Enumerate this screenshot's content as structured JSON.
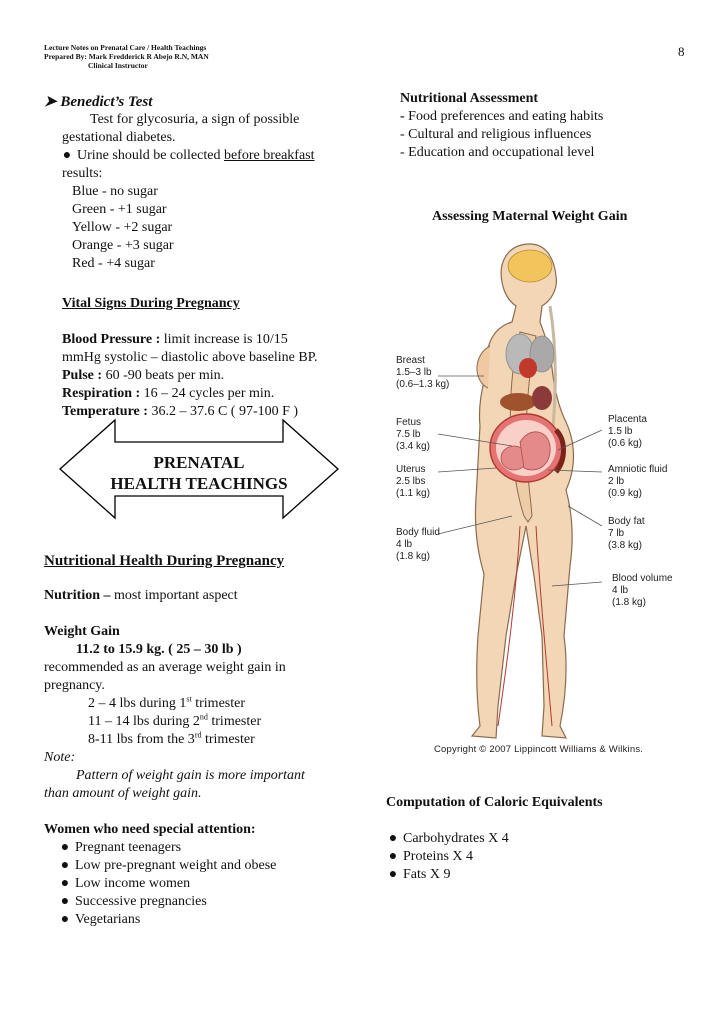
{
  "header": {
    "line1": "Lecture Notes on Prenatal Care / Health Teachings",
    "line2": "Prepared By: Mark Fredderick R Abejo R.N, MAN",
    "line3": "Clinical Instructor",
    "page_number": "8"
  },
  "benedict": {
    "title": "Benedict’s Test",
    "desc1": "Test for glycosuria, a sign of possible",
    "desc2": "gestational diabetes.",
    "urine_pre": "Urine should be collected ",
    "urine_u": "before breakfast",
    "results_label": "results:",
    "results": [
      "Blue -  no sugar",
      "Green -  +1 sugar",
      "Yellow -  +2 sugar",
      "Orange -  +3 sugar",
      "Red -  +4 sugar"
    ]
  },
  "vitals": {
    "title": "Vital Signs During Pregnancy",
    "bp_label": "Blood Pressure :",
    "bp_text": " limit increase is 10/15",
    "bp_text2": "mmHg systolic – diastolic above baseline BP.",
    "pulse_label": "Pulse :",
    "pulse_text": " 60 -90 beats per min.",
    "resp_label": "Respiration :",
    "resp_text": " 16 – 24 cycles per min.",
    "temp_label": "Temperature :",
    "temp_text": " 36.2 – 37.6 C ( 97-100 F )"
  },
  "banner": {
    "line1": "PRENATAL",
    "line2": "HEALTH TEACHINGS"
  },
  "nutrition": {
    "title": "Nutritional Health During Pregnancy",
    "nutrition_label": "Nutrition –",
    "nutrition_text": " most important aspect",
    "weight_label": "Weight Gain",
    "weight_value": "11.2 to 15.9 kg. ( 25 – 30 lb )",
    "recommend1": "recommended as an average weight gain  in",
    "recommend2": "pregnancy.",
    "tri1_a": "2 – 4 lbs during 1",
    "tri1_sup": "st",
    "tri1_b": " trimester",
    "tri2_a": "11 – 14 lbs during 2",
    "tri2_sup": "nd",
    "tri2_b": " trimester",
    "tri3_a": "8-11 lbs from the 3",
    "tri3_sup": "rd",
    "tri3_b": " trimester",
    "note_label": "Note:",
    "note1": "Pattern of weight gain is more important",
    "note2": "than amount of weight gain.",
    "women_title": "Women who need special attention:",
    "women": [
      "Pregnant teenagers",
      "Low pre-pregnant weight and obese",
      "Low income women",
      "Successive pregnancies",
      "Vegetarians"
    ]
  },
  "assessment": {
    "title": "Nutritional Assessment",
    "item1_dash": "- ",
    "item1": "Food preferences and eating habits",
    "item2": "- Cultural and religious influences",
    "item3": "- Education and occupational level"
  },
  "figure": {
    "title": "Assessing Maternal Weight Gain",
    "left_labels": [
      [
        "Breast",
        "1.5–3 lb",
        "(0.6–1.3 kg)"
      ],
      [
        "Fetus",
        "7.5 lb",
        "(3.4 kg)"
      ],
      [
        "Uterus",
        "2.5 lbs",
        "(1.1 kg)"
      ],
      [
        "Body fluid",
        "4 lb",
        "(1.8 kg)"
      ]
    ],
    "right_labels": [
      [
        "Placenta",
        "1.5 lb",
        "(0.6 kg)"
      ],
      [
        "Amniotic fluid",
        "2 lb",
        "(0.9 kg)"
      ],
      [
        "Body fat",
        "7 lb",
        "(3.8 kg)"
      ],
      [
        "Blood volume",
        "4 lb",
        "(1.8 kg)"
      ]
    ],
    "copyright": "Copyright © 2007 Lippincott Williams & Wilkins."
  },
  "caloric": {
    "title": "Computation of Caloric Equivalents",
    "items": [
      "Carbohydrates   X   4",
      "Proteins  X  4",
      "Fats  X  9"
    ]
  },
  "colors": {
    "body_fill": "#f3d6b6",
    "body_stroke": "#8a6b4f",
    "brain": "#f2c55c",
    "organ": "#c0392b",
    "fetus": "#e48a8a"
  }
}
